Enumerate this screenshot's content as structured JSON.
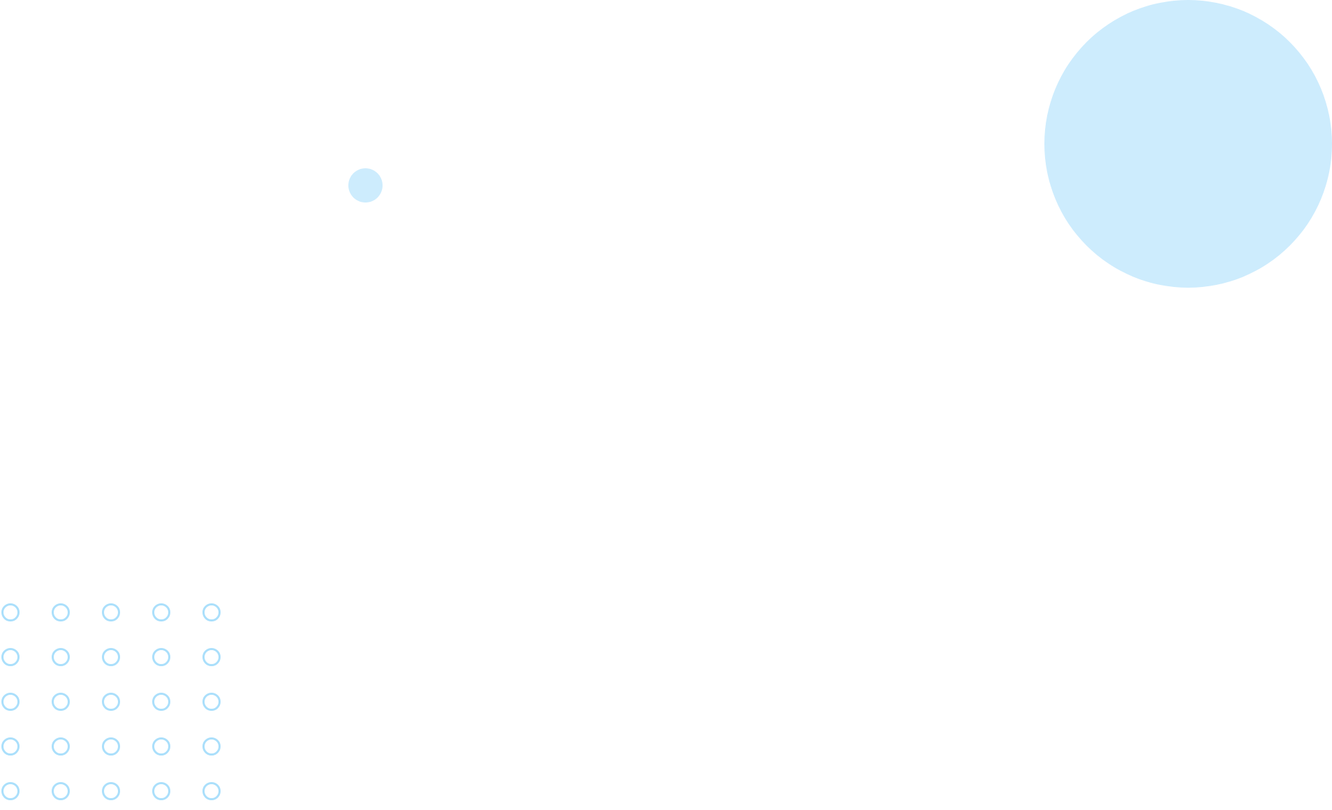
{
  "colors": {
    "background": "#ffffff",
    "circle_fill": "#cdecfd",
    "ring_stroke": "#aadffb"
  },
  "decorations": {
    "large_circle": {
      "shape": "filled-circle"
    },
    "small_dot": {
      "shape": "filled-circle"
    },
    "ring_grid": {
      "shape": "ring",
      "rows": 5,
      "columns": 5
    }
  }
}
